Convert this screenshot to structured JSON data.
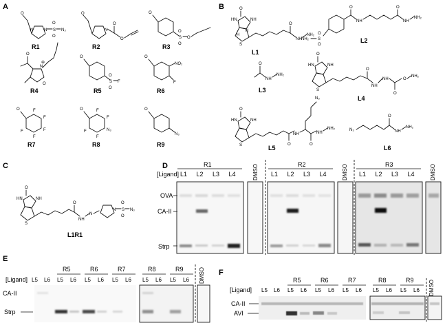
{
  "panels": {
    "A": {
      "letter": "A",
      "compounds": [
        "R1",
        "R2",
        "R3",
        "R4",
        "R5",
        "R6",
        "R7",
        "R8",
        "R9"
      ]
    },
    "B": {
      "letter": "B",
      "compounds": [
        "L1",
        "L2",
        "L3",
        "L4",
        "L5",
        "L6"
      ]
    },
    "C": {
      "letter": "C",
      "compounds": [
        "L1R1"
      ]
    },
    "D": {
      "letter": "D",
      "row_label": "[Ligand]",
      "groups": [
        "R1",
        "R2",
        "R3"
      ],
      "lanes": [
        "L1",
        "L2",
        "L3",
        "L4"
      ],
      "control": "DMSO",
      "bands": [
        "OVA",
        "CA-II",
        "Strp"
      ]
    },
    "E": {
      "letter": "E",
      "row_label": "[Ligand]",
      "leading_lanes": [
        "L5",
        "L6"
      ],
      "groups": [
        "R5",
        "R6",
        "R7",
        "R8",
        "R9"
      ],
      "lanes": [
        "L5",
        "L6"
      ],
      "control": "DMSO",
      "bands": [
        "CA-II",
        "Strp"
      ]
    },
    "F": {
      "letter": "F",
      "row_label": "[Ligand]",
      "leading_lanes": [
        "L5",
        "L6"
      ],
      "groups": [
        "R5",
        "R6",
        "R7",
        "R8",
        "R9"
      ],
      "lanes": [
        "L5",
        "L6"
      ],
      "control": "DMSO",
      "bands": [
        "CA-II",
        "AVI"
      ]
    }
  },
  "atoms": {
    "O": "O",
    "N": "N",
    "S": "S",
    "F": "F",
    "H": "H",
    "NH2": "NH₂",
    "N3": "N₃",
    "NO2": "NO₂",
    "HN": "HN",
    "NH": "NH",
    "NHN": "N",
    "plus": "⊕"
  }
}
